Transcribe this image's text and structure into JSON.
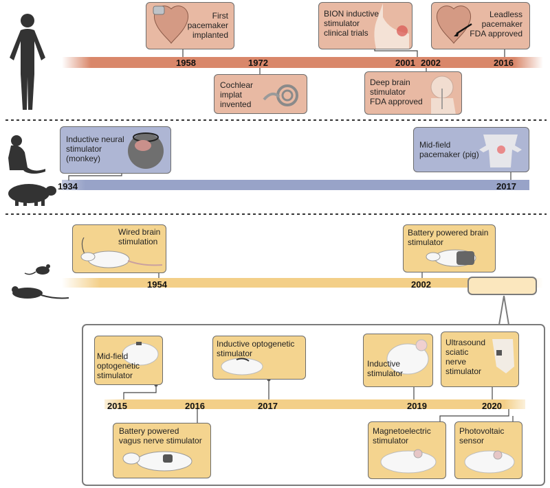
{
  "human": {
    "years": [
      "1958",
      "1972",
      "2001",
      "2002",
      "2016"
    ],
    "events": [
      "First\npacemaker\nimplanted",
      "Cochlear\nimplat\ninvented",
      "BION inductive\nstimulator\nclinical trials",
      "Deep brain\nstimulator\nFDA approved",
      "Leadless\npacemaker\nFDA approved"
    ]
  },
  "animal": {
    "years": [
      "1934",
      "2017"
    ],
    "events": [
      "Inductive neural\nstimulator\n(monkey)",
      "Mid-field\npacemaker (pig)"
    ]
  },
  "rodent": {
    "years": [
      "1954",
      "2002"
    ],
    "events": [
      "Wired brain\nstimulation",
      "Battery powered brain\nstimulator"
    ]
  },
  "zoom": {
    "years": [
      "2015",
      "2016",
      "2017",
      "2019",
      "2020"
    ],
    "events": [
      "Mid-field\noptogenetic\nstimulator",
      "Inductive optogenetic\nstimulator",
      "Inductive\nstimulator",
      "Ultrasound\nsciatic\nnerve\nstimulator",
      "Battery powered\nvagus nerve stimulator",
      "Magnetoelectric\nstimulator",
      "Photovoltaic\nsensor"
    ]
  },
  "colors": {
    "human_band": "#d9876a",
    "animal_band": "#98a3c8",
    "rodent_band": "#f3cf88",
    "human_card": "#e8b9a3",
    "animal_card": "#aeb6d4",
    "rodent_card": "#f4d48f"
  },
  "icons": [
    "human-silhouette-icon",
    "monkey-silhouette-icon",
    "pig-silhouette-icon",
    "mouse-silhouette-icon",
    "rat-silhouette-icon"
  ]
}
